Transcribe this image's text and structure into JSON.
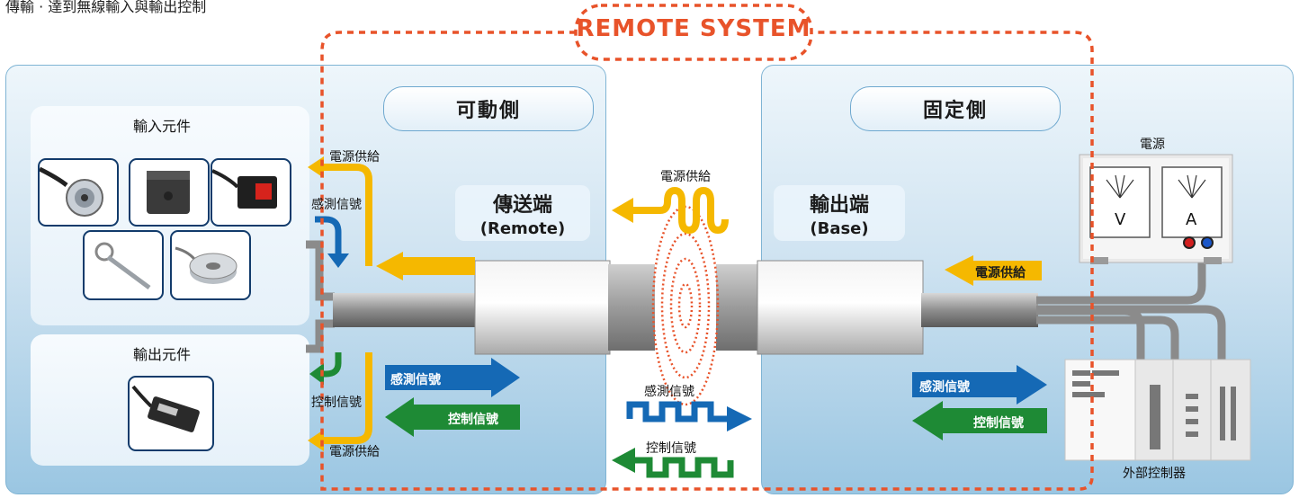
{
  "top_caption": "傳輸 · 達到無線輸入與輸出控制",
  "remote_system_title": "REMOTE SYSTEM",
  "movable_side": "可動側",
  "fixed_side": "固定側",
  "input_components": "輸入元件",
  "output_components": "輸出元件",
  "remote": {
    "name": "傳送端",
    "sub": "(Remote)"
  },
  "base": {
    "name": "輸出端",
    "sub": "(Base)"
  },
  "left_labels": {
    "power_top": "電源供給",
    "sense": "感測信號",
    "control": "控制信號",
    "power_bottom": "電源供給"
  },
  "center_labels": {
    "power": "電源供給",
    "sense": "感測信號",
    "control": "控制信號"
  },
  "arrows": {
    "left_sense": "感測信號",
    "left_control": "控制信號",
    "right_power": "電源供給",
    "right_sense": "感測信號",
    "right_control": "控制信號"
  },
  "power_supply": {
    "title": "電源",
    "meter_v": "V",
    "meter_a": "A"
  },
  "controller": "外部控制器",
  "colors": {
    "power": "#f5b800",
    "sense": "#1569b5",
    "control": "#1e8a35",
    "remote_border": "#e8532a",
    "panel_border": "#7fb4d4"
  }
}
